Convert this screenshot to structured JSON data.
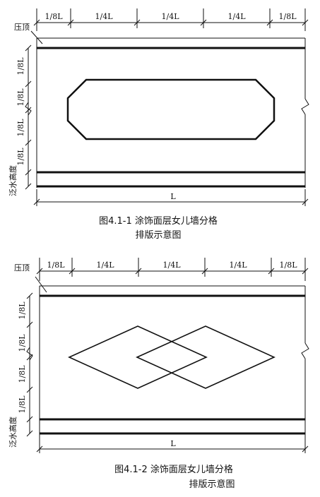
{
  "figure1": {
    "top_dims": [
      "1/8L",
      "1/4L",
      "1/4L",
      "1/4L",
      "1/8L"
    ],
    "side_dims": [
      "1/8L",
      "1/8L",
      "1/8L",
      "1/8L"
    ],
    "label_top": "压顶",
    "label_side": "泛水高度",
    "bottom_dim": "L",
    "caption_line1": "图4.1-1 涂饰面层女儿墙分格",
    "caption_line2": "排版示意图"
  },
  "figure2": {
    "top_dims": [
      "1/8L",
      "1/4L",
      "1/4L",
      "1/4L",
      "1/8L"
    ],
    "side_dims": [
      "1/8L",
      "1/8L",
      "1/8L",
      "1/8L"
    ],
    "label_top": "压顶",
    "label_side": "泛水高度",
    "bottom_dim": "L",
    "caption_line1": "图4.1-2 涂饰面层女儿墙分格",
    "caption_line2": "排版示意图"
  }
}
